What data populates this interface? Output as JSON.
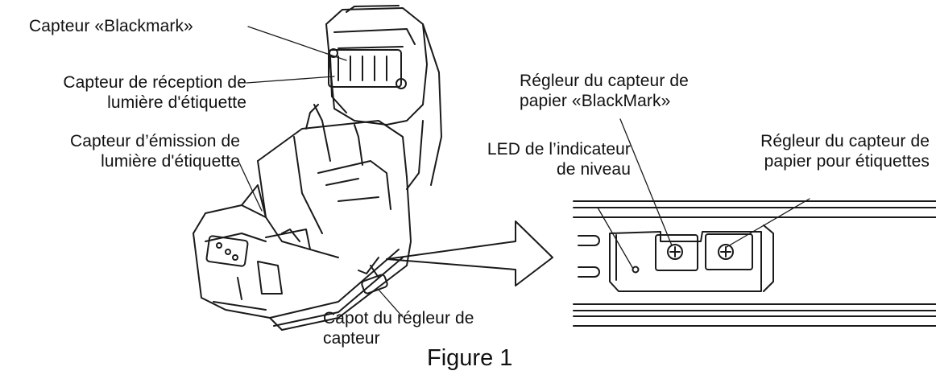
{
  "labels": {
    "blackmark_sensor": "Capteur «Blackmark»",
    "label_rx_line1": "Capteur de réception de",
    "label_rx_line2": "lumière d'étiquette",
    "label_tx_line1": "Capteur d’émission de",
    "label_tx_line2": "lumière d'étiquette",
    "adjuster_bm_line1": "Régleur du capteur de",
    "adjuster_bm_line2": "papier «BlackMark»",
    "led_line1": "LED de l’indicateur",
    "led_line2": "de niveau",
    "adjuster_label_line1": "Régleur du capteur de",
    "adjuster_label_line2": "papier pour étiquettes",
    "cover_line1": "Capot du régleur de",
    "cover_line2": "capteur"
  },
  "caption": "Figure 1"
}
